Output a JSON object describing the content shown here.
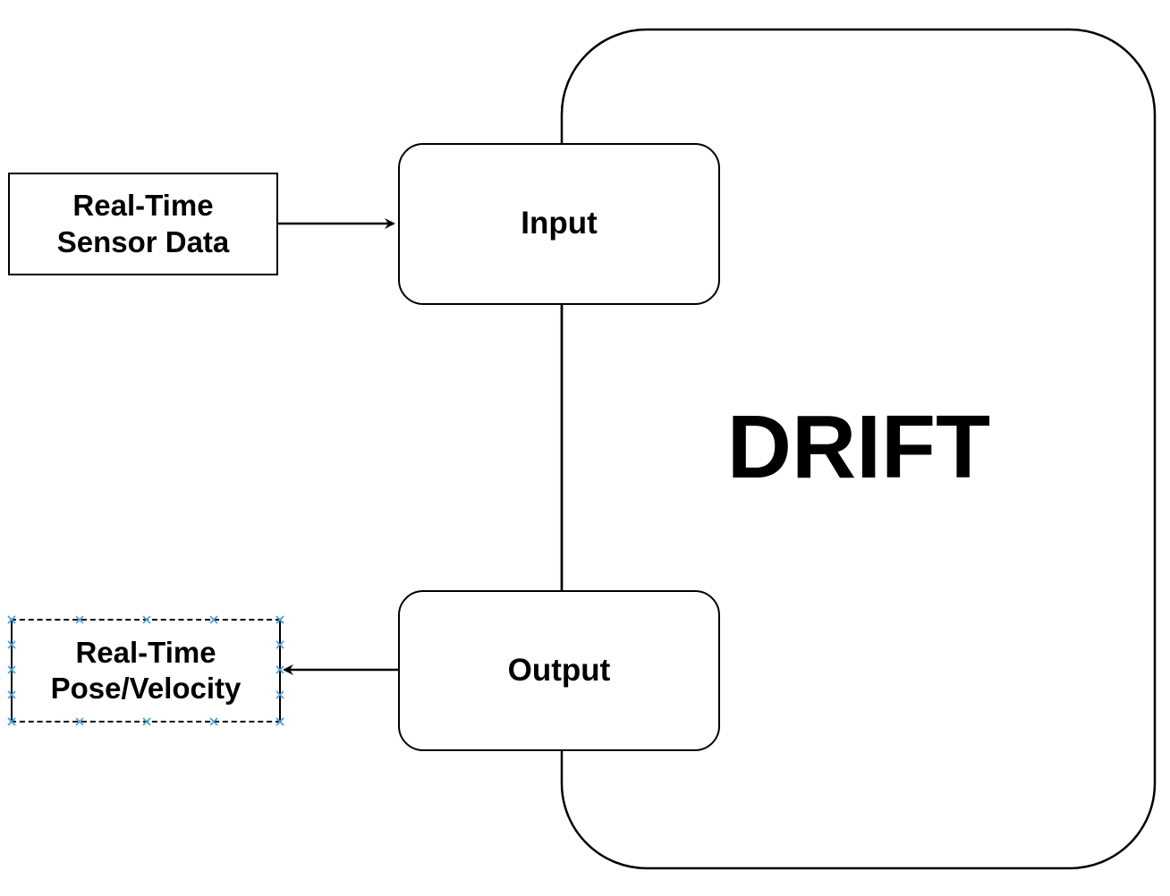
{
  "diagram": {
    "container": {
      "label": "DRIFT"
    },
    "nodes": {
      "input": {
        "label": "Input"
      },
      "output": {
        "label": "Output"
      },
      "sensor_data": {
        "line1": "Real-Time",
        "line2": "Sensor Data"
      },
      "pose_velocity": {
        "line1": "Real-Time",
        "line2": "Pose/Velocity"
      }
    },
    "edges": [
      {
        "from": "Real-Time Sensor Data",
        "to": "Input"
      },
      {
        "from": "Input",
        "to": "Output"
      },
      {
        "from": "Output",
        "to": "Real-Time Pose/Velocity"
      }
    ],
    "colors": {
      "stroke": "#000000",
      "selection_handle": "#4a9fd8",
      "background": "#ffffff"
    }
  }
}
